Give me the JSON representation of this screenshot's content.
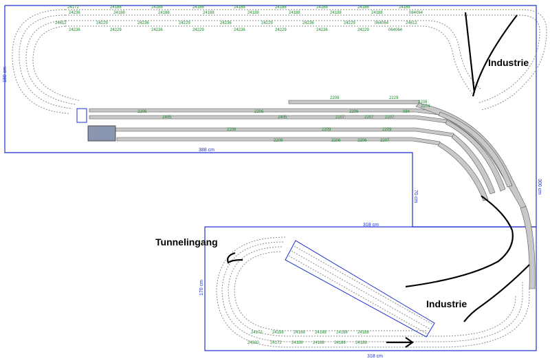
{
  "labels": {
    "industrie_top": "Industrie",
    "industrie_bottom": "Industrie",
    "tunnel": "Tunnelingang"
  },
  "dimensions": {
    "top_width": "388 cm",
    "right_height": "300 cm",
    "mid_height": "70 cm",
    "lower_width": "318 cm",
    "lower_left_height": "170 cm",
    "lower_bottom_width": "318 cm",
    "left_height": "180 cm"
  },
  "top_track_labels": {
    "outer": [
      "24172",
      "24188",
      "24188",
      "24188",
      "24188",
      "24188",
      "24188",
      "24188",
      "24188"
    ],
    "mid": [
      "24236",
      "24188",
      "24188",
      "24188",
      "24188",
      "24188",
      "24188",
      "24188",
      "064064"
    ],
    "inner": [
      "24612",
      "24229",
      "24236",
      "24229",
      "24236",
      "24229",
      "24236",
      "24229",
      "064064",
      "24612"
    ],
    "fourth": [
      "24236",
      "24229",
      "24236",
      "24229",
      "24236",
      "24229",
      "24236",
      "24229",
      "064064"
    ]
  },
  "yard_labels": {
    "row1": [
      "2208",
      "2229",
      "2208"
    ],
    "row2": [
      "2206",
      "2206",
      "2206",
      "2274"
    ],
    "row3": [
      "2405",
      "2405",
      "2207",
      "2207",
      "2207",
      "084"
    ],
    "row4": [
      "2206",
      "2209",
      "2209"
    ],
    "row5": [
      "2208",
      "2206",
      "2206",
      "2207"
    ]
  },
  "lower_track_labels": {
    "outer": [
      "24172",
      "24188",
      "24188",
      "24188",
      "24188",
      "24188"
    ],
    "inner": [
      "24330",
      "24172",
      "24188",
      "24188",
      "24188",
      "24188"
    ]
  },
  "colors": {
    "frame": "#1a2fd0",
    "track_label": "#1a8a2a",
    "track_fill": "#c8c8c8",
    "track_stroke": "#555555",
    "sleeper": "#8a8a8a",
    "black_line": "#000000"
  }
}
